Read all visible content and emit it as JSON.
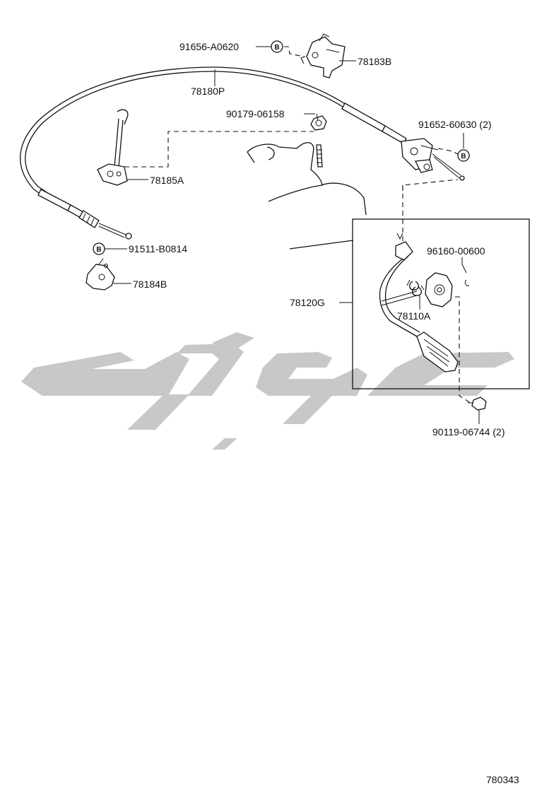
{
  "labels": {
    "part_91656": "91656-A0620",
    "part_78183B": "78183B",
    "part_78180P": "78180P",
    "part_90179": "90179-06158",
    "part_91652": "91652-60630 (2)",
    "part_78185A": "78185A",
    "part_91511": "91511-B0814",
    "part_96160": "96160-00600",
    "part_78184B": "78184B",
    "part_78120G": "78120G",
    "part_78110A": "78110A",
    "part_90119": "90119-06744 (2)"
  },
  "bolt_marker": "B",
  "diagram_code": "780343",
  "icons": {
    "watermark": "watermark-logo",
    "bolt_marker": "b-circle-icon"
  }
}
